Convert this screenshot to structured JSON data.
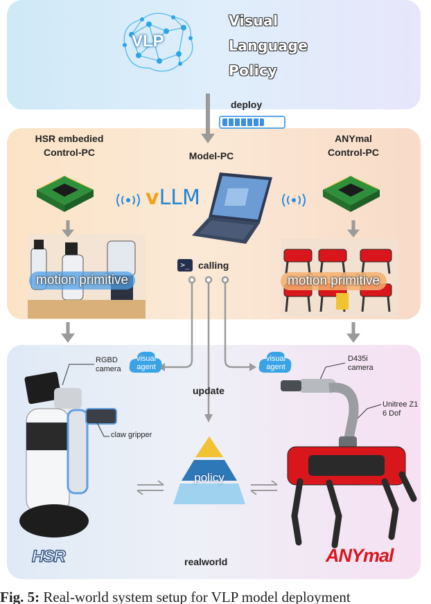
{
  "top": {
    "logo_text": "VLP",
    "title_lines": [
      "Visual",
      "Language",
      "Policy"
    ]
  },
  "deploy_label": "deploy",
  "mid": {
    "left_title": "HSR embedied\nControl-PC",
    "center_title": "Model-PC",
    "right_title": "ANYmal\nControl-PC",
    "vllm_v": "v",
    "vllm_rest": "LLM",
    "calling_label": "calling",
    "terminal_icon_text": ">_",
    "motion_primitive_left": "motion primitive",
    "motion_primitive_right": "motion primitive"
  },
  "bottom": {
    "rgbd_label": "RGBD\ncamera",
    "claw_label": "claw gripper",
    "d435_label": "D435i\ncamera",
    "unitree_label": "Unitree Z1\n6 Dof",
    "visual_agent": "visual\nagent",
    "update_label": "update",
    "policy_label": "policy",
    "realworld_label": "realworld",
    "hsr_logo": "HSR",
    "anymal_logo": "ANYmal"
  },
  "caption": {
    "prefix": "Fig. 5:",
    "text": " Real-world system setup for VLP model deployment"
  },
  "colors": {
    "arrow": "#9a9a9a",
    "anymal_red": "#d8161c",
    "chip_green": "#2f8f3a",
    "vllm_blue": "#1f86d6",
    "vllm_orange": "#f2a21b"
  }
}
